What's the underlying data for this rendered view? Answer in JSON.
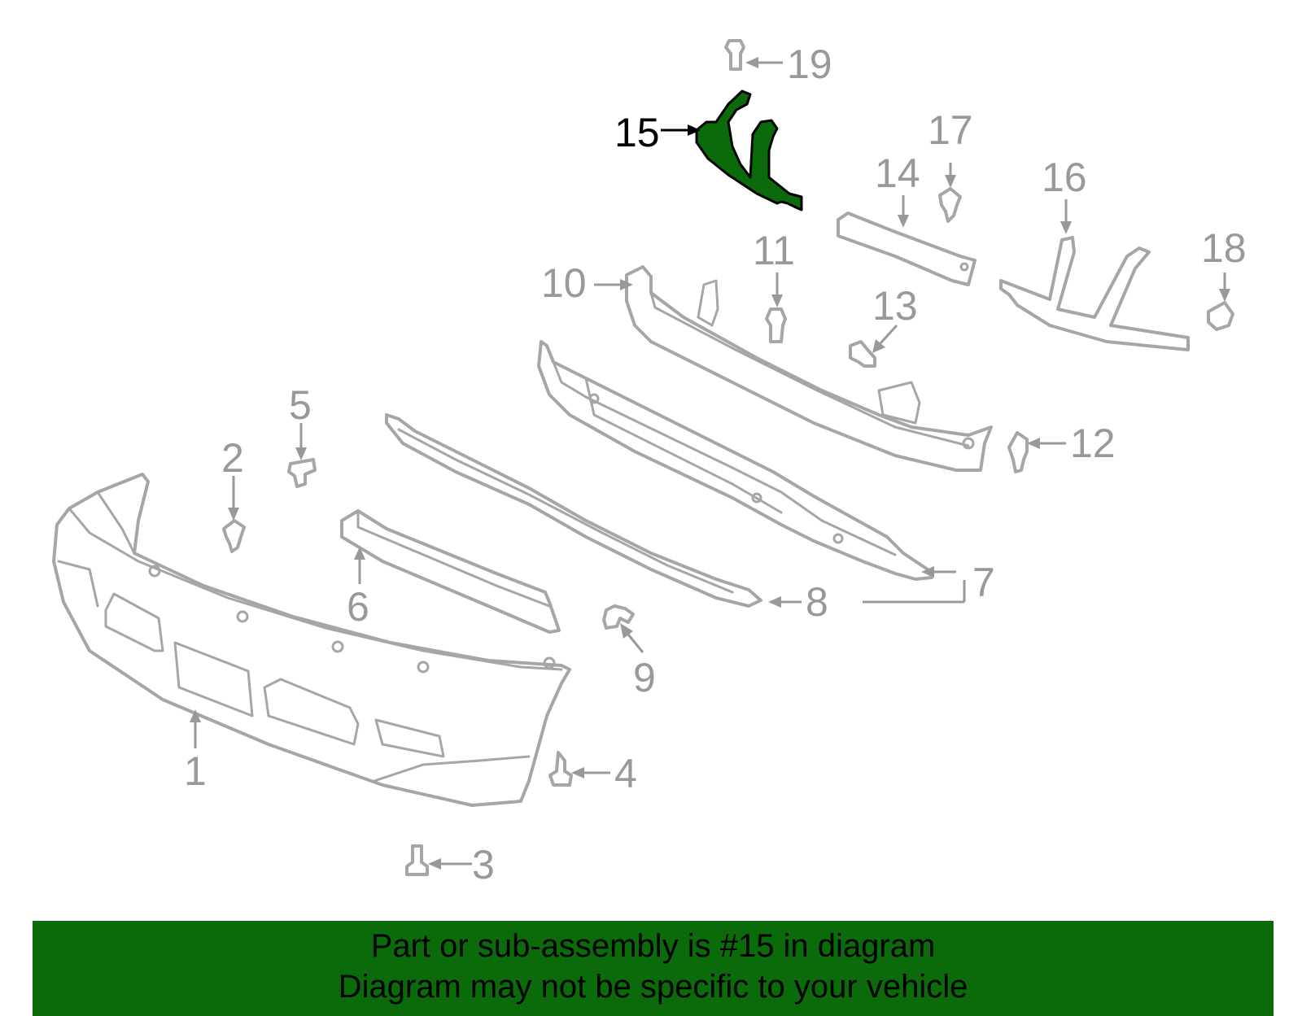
{
  "highlighted_part": "15",
  "callouts": [
    "1",
    "2",
    "3",
    "4",
    "5",
    "6",
    "7",
    "8",
    "9",
    "10",
    "11",
    "12",
    "13",
    "14",
    "15",
    "16",
    "17",
    "18",
    "19"
  ],
  "banner": {
    "line1": "Part or sub-assembly is #15 in diagram",
    "line2": "Diagram may not be specific to your vehicle"
  },
  "colors": {
    "highlight": "#0b6b0b",
    "parts": "#a6a6a6",
    "callouts": "#999999",
    "background": "#ffffff"
  }
}
